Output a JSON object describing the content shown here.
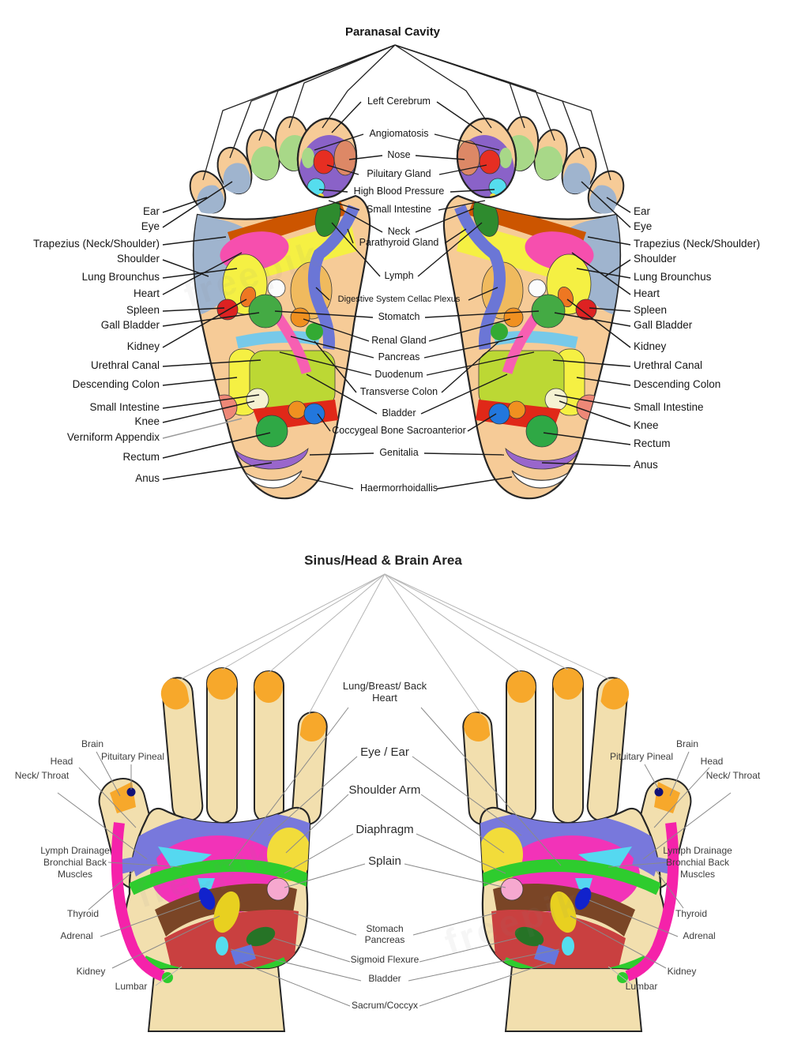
{
  "watermark": "freepik",
  "palette": {
    "foot_skin": "#F6CB97",
    "hand_skin": "#F2DFAE",
    "outline": "#262626",
    "purple": "#8A62C8",
    "violet_band": "#7878DC",
    "magenta": "#F233B8",
    "green_band": "#2ECC2E",
    "brown": "#7A4526",
    "crimson": "#C94040",
    "cyan": "#55D8F0",
    "yellow": "#F5F043",
    "blue_band": "#6B76D6",
    "orange_tip": "#F7A82B",
    "red": "#DD2222"
  },
  "feet": {
    "title": "Paranasal Cavity",
    "left": [
      "Ear",
      "Eye",
      "Trapezius (Neck/Shoulder)",
      "Shoulder",
      "Lung Brounchus",
      "Heart",
      "Spleen",
      "Gall Bladder",
      "Kidney",
      "Urethral Canal",
      "Descending Colon",
      "Small Intestine",
      "Knee",
      "Verniform Appendix",
      "Rectum",
      "Anus"
    ],
    "right": [
      "Ear",
      "Eye",
      "Trapezius (Neck/Shoulder)",
      "Shoulder",
      "Lung Brounchus",
      "Heart",
      "Spleen",
      "Gall Bladder",
      "Kidney",
      "Urethral Canal",
      "Descending Colon",
      "Small Intestine",
      "Knee",
      "Rectum",
      "Anus"
    ],
    "center": [
      "Left Cerebrum",
      "Angiomatosis",
      "Nose",
      "Piluitary Gland",
      "High Blood Pressure",
      "Small Intestine",
      "Neck",
      "Parathyroid Gland",
      "Lymph",
      "Digestive System Cellac Plexus",
      "Stomatch",
      "Renal Gland",
      "Pancreas",
      "Duodenum",
      "Transverse Colon",
      "Bladder",
      "Coccygeal Bone Sacroanterior",
      "Genitalia",
      "Haermorrhoidallis"
    ]
  },
  "hands": {
    "title": "Sinus/Head & Brain Area",
    "left": [
      "Brain",
      "Pituitary Pineal",
      "Head",
      "Neck/ Throat",
      "Lymph Drainage Bronchial Back Muscles",
      "Thyroid",
      "Adrenal",
      "Kidney",
      "Lumbar"
    ],
    "right": [
      "Brain",
      "Pituitary Pineal",
      "Head",
      "Neck/ Throat",
      "Lymph Drainage Bronchial Back Muscles",
      "Thyroid",
      "Adrenal",
      "Kidney",
      "Lumbar"
    ],
    "center": [
      "Lung/Breast/ Back Heart",
      "Eye / Ear",
      "Shoulder Arm",
      "Diaphragm",
      "Splain",
      "Stomach Pancreas",
      "Sigmoid Flexure",
      "Bladder",
      "Sacrum/Coccyx"
    ]
  }
}
